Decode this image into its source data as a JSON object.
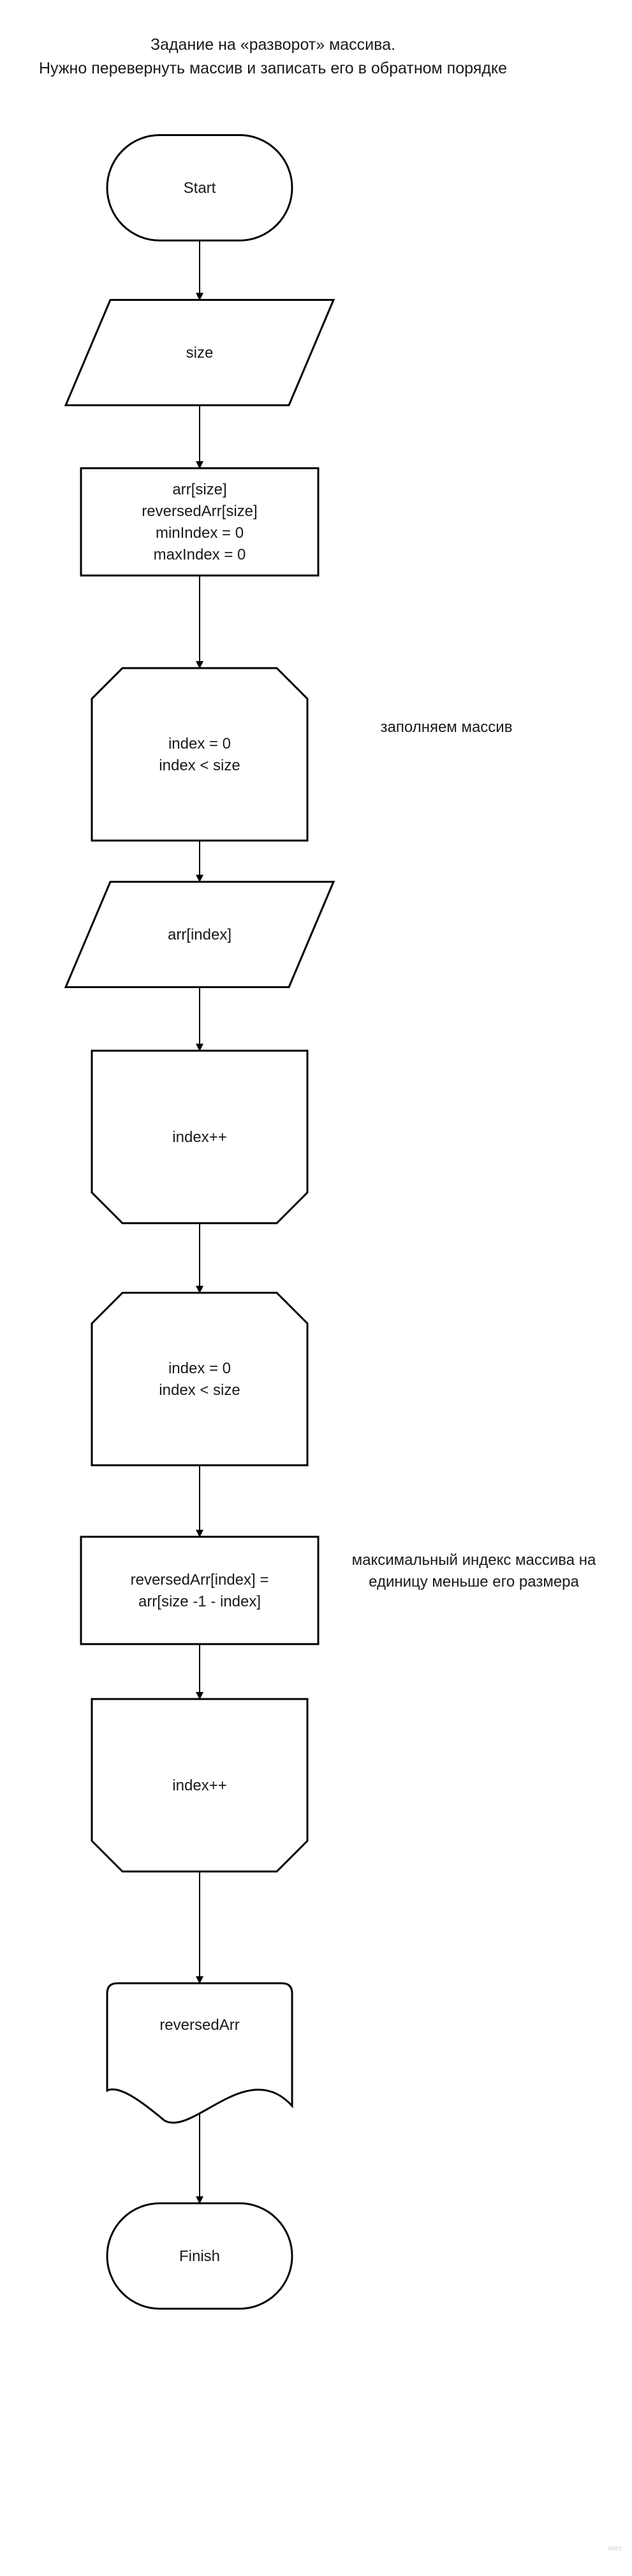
{
  "title": {
    "line1": "Задание на «разворот» массива.",
    "line2": "Нужно перевернуть массив и записать его в обратном порядке"
  },
  "nodes": [
    {
      "id": "start",
      "shape": "terminator",
      "lines": [
        "Start"
      ]
    },
    {
      "id": "input-size",
      "shape": "parallelogram",
      "lines": [
        "size"
      ]
    },
    {
      "id": "init-vars",
      "shape": "process",
      "lines": [
        "arr[size]",
        "reversedArr[size]",
        "minIndex = 0",
        "maxIndex = 0"
      ]
    },
    {
      "id": "loop1-start",
      "shape": "loop-start",
      "lines": [
        "index = 0",
        "index < size"
      ]
    },
    {
      "id": "input-arr-index",
      "shape": "parallelogram",
      "lines": [
        "arr[index]"
      ]
    },
    {
      "id": "loop1-end",
      "shape": "loop-end",
      "lines": [
        "index++"
      ]
    },
    {
      "id": "loop2-start",
      "shape": "loop-start",
      "lines": [
        "index = 0",
        "index < size"
      ]
    },
    {
      "id": "assign-reversed",
      "shape": "process",
      "lines": [
        "reversedArr[index] =",
        "arr[size -1 - index]"
      ]
    },
    {
      "id": "loop2-end",
      "shape": "loop-end",
      "lines": [
        "index++"
      ]
    },
    {
      "id": "output-reversed",
      "shape": "document",
      "lines": [
        "reversedArr"
      ]
    },
    {
      "id": "finish",
      "shape": "terminator",
      "lines": [
        "Finish"
      ]
    }
  ],
  "edges": [
    {
      "from": "start",
      "to": "input-size"
    },
    {
      "from": "input-size",
      "to": "init-vars"
    },
    {
      "from": "init-vars",
      "to": "loop1-start"
    },
    {
      "from": "loop1-start",
      "to": "input-arr-index"
    },
    {
      "from": "input-arr-index",
      "to": "loop1-end"
    },
    {
      "from": "loop1-end",
      "to": "loop2-start"
    },
    {
      "from": "loop2-start",
      "to": "assign-reversed"
    },
    {
      "from": "assign-reversed",
      "to": "loop2-end"
    },
    {
      "from": "loop2-end",
      "to": "output-reversed"
    },
    {
      "from": "output-reversed",
      "to": "finish"
    }
  ],
  "notes": [
    {
      "id": "note-fill-array",
      "lines": [
        "заполняем массив"
      ]
    },
    {
      "id": "note-max-index",
      "lines": [
        "максимальный индекс массива на",
        "единицу меньше его размера"
      ]
    }
  ],
  "watermark": "miro"
}
